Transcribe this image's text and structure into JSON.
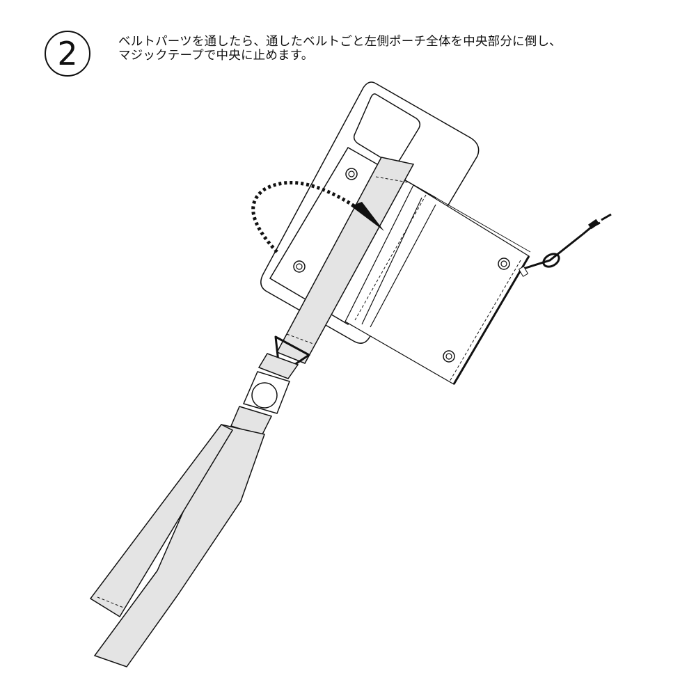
{
  "step": {
    "number": "2"
  },
  "instruction": {
    "line1": "ベルトパーツを通したら、通したベルトごと左側ポーチ全体を中央部分に倒し、",
    "line2": "マジックテープで中央に止めます。"
  },
  "colors": {
    "ink": "#111111",
    "belt_fill": "#e4e4e4",
    "paper": "#ffffff"
  },
  "icons": {
    "step_badge": "circled-number-icon",
    "fold_arrow": "curved-dotted-arrow-icon",
    "snap_button": "snap-button-icon",
    "buckle": "side-release-buckle-icon",
    "d_ring": "triangle-ring-icon",
    "zipper_pull": "zipper-pull-cord-icon"
  }
}
